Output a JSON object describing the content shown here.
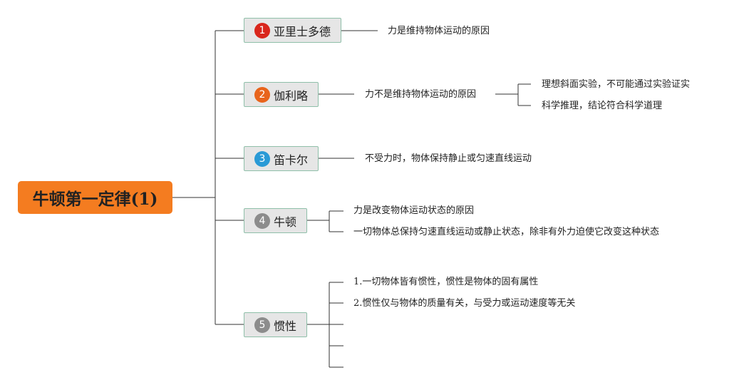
{
  "root": {
    "title": "牛顿第一定律(1)"
  },
  "branches": [
    {
      "num": "1",
      "label": "亚里士多德",
      "badge_color": "#d9261c",
      "items": [
        "力是维持物体运动的原因"
      ]
    },
    {
      "num": "2",
      "label": "伽利略",
      "badge_color": "#e8641c",
      "items": [
        "力不是维持物体运动的原因"
      ],
      "sub_items": [
        "理想斜面实验，不可能通过实验证实",
        "科学推理，结论符合科学道理"
      ]
    },
    {
      "num": "3",
      "label": "笛卡尔",
      "badge_color": "#2a9ad6",
      "items": [
        "不受力时，物体保持静止或匀速直线运动"
      ]
    },
    {
      "num": "4",
      "label": "牛顿",
      "badge_color": "#8c8c8c",
      "items": [
        "力是改变物体运动状态的原因",
        "一切物体总保持匀速直线运动或静止状态，除非有外力迫使它改变这种状态"
      ]
    },
    {
      "num": "5",
      "label": "惯性",
      "badge_color": "#8c8c8c",
      "items": [
        "1.一切物体皆有惯性，惯性是物体的固有属性",
        "2.惯性仅与物体的质量有关，与受力或运动速度等无关",
        "",
        "",
        ""
      ]
    }
  ],
  "colors": {
    "root_bg": "#f47c20",
    "node_bg": "#e6e6e6",
    "node_border": "#8fbfa9",
    "line": "#333333"
  }
}
